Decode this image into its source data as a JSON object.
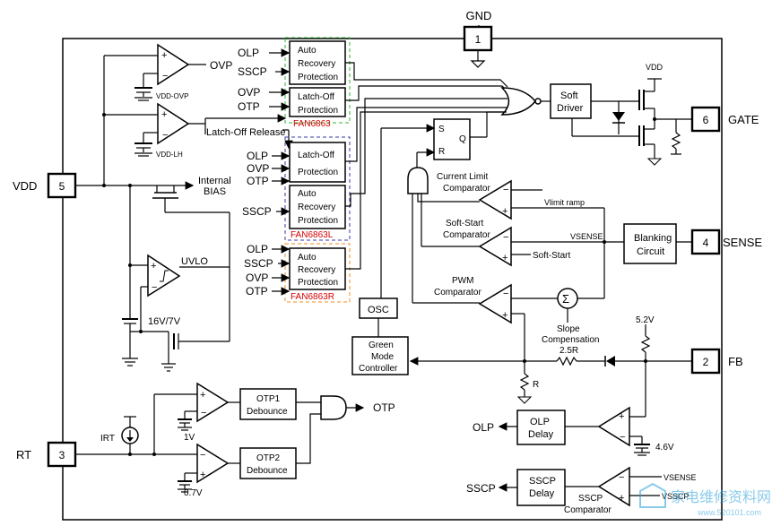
{
  "pins": {
    "gnd": {
      "num": "1",
      "name": "GND"
    },
    "gate": {
      "num": "6",
      "name": "GATE"
    },
    "sense": {
      "num": "4",
      "name": "SENSE"
    },
    "fb": {
      "num": "2",
      "name": "FB"
    },
    "vdd": {
      "num": "5",
      "name": "VDD"
    },
    "rt": {
      "num": "3",
      "name": "RT"
    }
  },
  "labels": {
    "ovp_out": "OVP",
    "vdd_ovp": "VDD-OVP",
    "vdd_lh": "VDD-LH",
    "latch_off_release": "Latch-Off Release",
    "internal_bias": [
      "Internal",
      "BIAS"
    ],
    "uvlo": "UVLO",
    "v16_7": "16V/7V",
    "irt": "IRT",
    "v1": "1V",
    "v07": "0.7V",
    "otp_out": "OTP",
    "current_limit_comp": [
      "Current Limit",
      "Comparator"
    ],
    "vlimit_ramp": "Vlimit ramp",
    "softstart_comp": [
      "Soft-Start",
      "Comparator"
    ],
    "vsense": "VSENSE",
    "soft_start": "Soft-Start",
    "pwm_comp": [
      "PWM",
      "Comparator"
    ],
    "slope_comp": [
      "Slope",
      "Compensation"
    ],
    "v52": "5.2V",
    "r25": "2.5R",
    "r": "R",
    "olp_out": "OLP",
    "v46": "4.6V",
    "sscp_out": "SSCP",
    "vsense2": "VSENSE",
    "vsscp": "VSSCP",
    "sscp_comp": [
      "SSCP",
      "Comparator"
    ],
    "vdd_top": "VDD",
    "sr_s": "S",
    "sr_r": "R",
    "sr_q": "Q",
    "sum": "Σ"
  },
  "groups": {
    "fan6863": {
      "name": "FAN6863",
      "inputs": [
        "OLP",
        "SSCP",
        "OVP",
        "OTP"
      ],
      "blocks": [
        [
          "Auto",
          "Recovery",
          "Protection"
        ],
        [
          "Latch-Off",
          "Protection"
        ]
      ]
    },
    "fan6863l": {
      "name": "FAN6863L",
      "inputs": [
        "OLP",
        "OVP",
        "OTP",
        "SSCP"
      ],
      "blocks": [
        [
          "Latch-Off",
          "Protection"
        ],
        [
          "Auto",
          "Recovery",
          "Protection"
        ]
      ]
    },
    "fan6863r": {
      "name": "FAN6863R",
      "inputs": [
        "OLP",
        "SSCP",
        "OVP",
        "OTP"
      ],
      "blocks": [
        [
          "Auto",
          "Recovery",
          "Protection"
        ]
      ]
    }
  },
  "blocks": {
    "soft_driver": [
      "Soft",
      "Driver"
    ],
    "blanking": [
      "Blanking",
      "Circuit"
    ],
    "osc": "OSC",
    "green_mode": [
      "Green",
      "Mode",
      "Controller"
    ],
    "otp1": [
      "OTP1",
      "Debounce"
    ],
    "otp2": [
      "OTP2",
      "Debounce"
    ],
    "olp_delay": [
      "OLP",
      "Delay"
    ],
    "sscp_delay": [
      "SSCP",
      "Delay"
    ]
  },
  "watermark": {
    "text": "家电维修资料网",
    "url": "www.520101.com"
  },
  "colors": {
    "fan6863": "#2db82d",
    "fan6863l": "#3a3aa8",
    "fan6863r": "#f08c1e",
    "label_red": "#d40000"
  }
}
